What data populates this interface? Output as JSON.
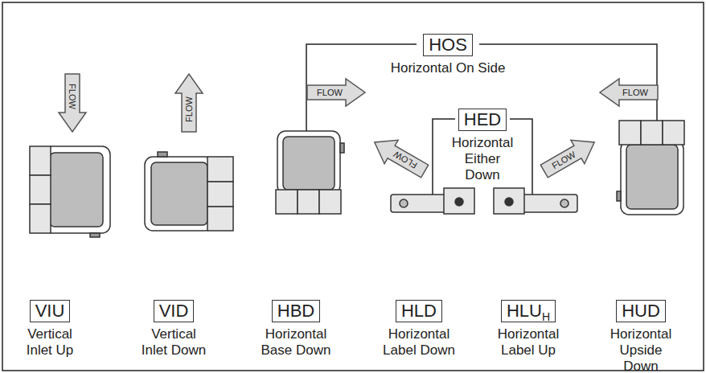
{
  "diagram": {
    "nodes": [
      {
        "text": [
          "HOS",
          "Horizontal On Side"
        ]
      },
      {
        "text": [
          "HED",
          "Horizontal Either Down"
        ]
      },
      {
        "text": [
          "VIU",
          "Vertical Inlet Up"
        ]
      },
      {
        "text": [
          "VID",
          "Vertical Inlet Down"
        ]
      },
      {
        "text": [
          "HBD",
          "Horizontal Base Down"
        ]
      },
      {
        "text": [
          "HLD",
          "Horizontal Label Down"
        ]
      },
      {
        "text": [
          "HLU",
          "H",
          "Horizontal Label Up"
        ]
      },
      {
        "text": [
          "HUD",
          "Horizontal Upside Down"
        ]
      }
    ],
    "labels": [
      "FLOW",
      "FLOW",
      "FLOW",
      "FLOW",
      "FLOW",
      "FLOW"
    ]
  }
}
